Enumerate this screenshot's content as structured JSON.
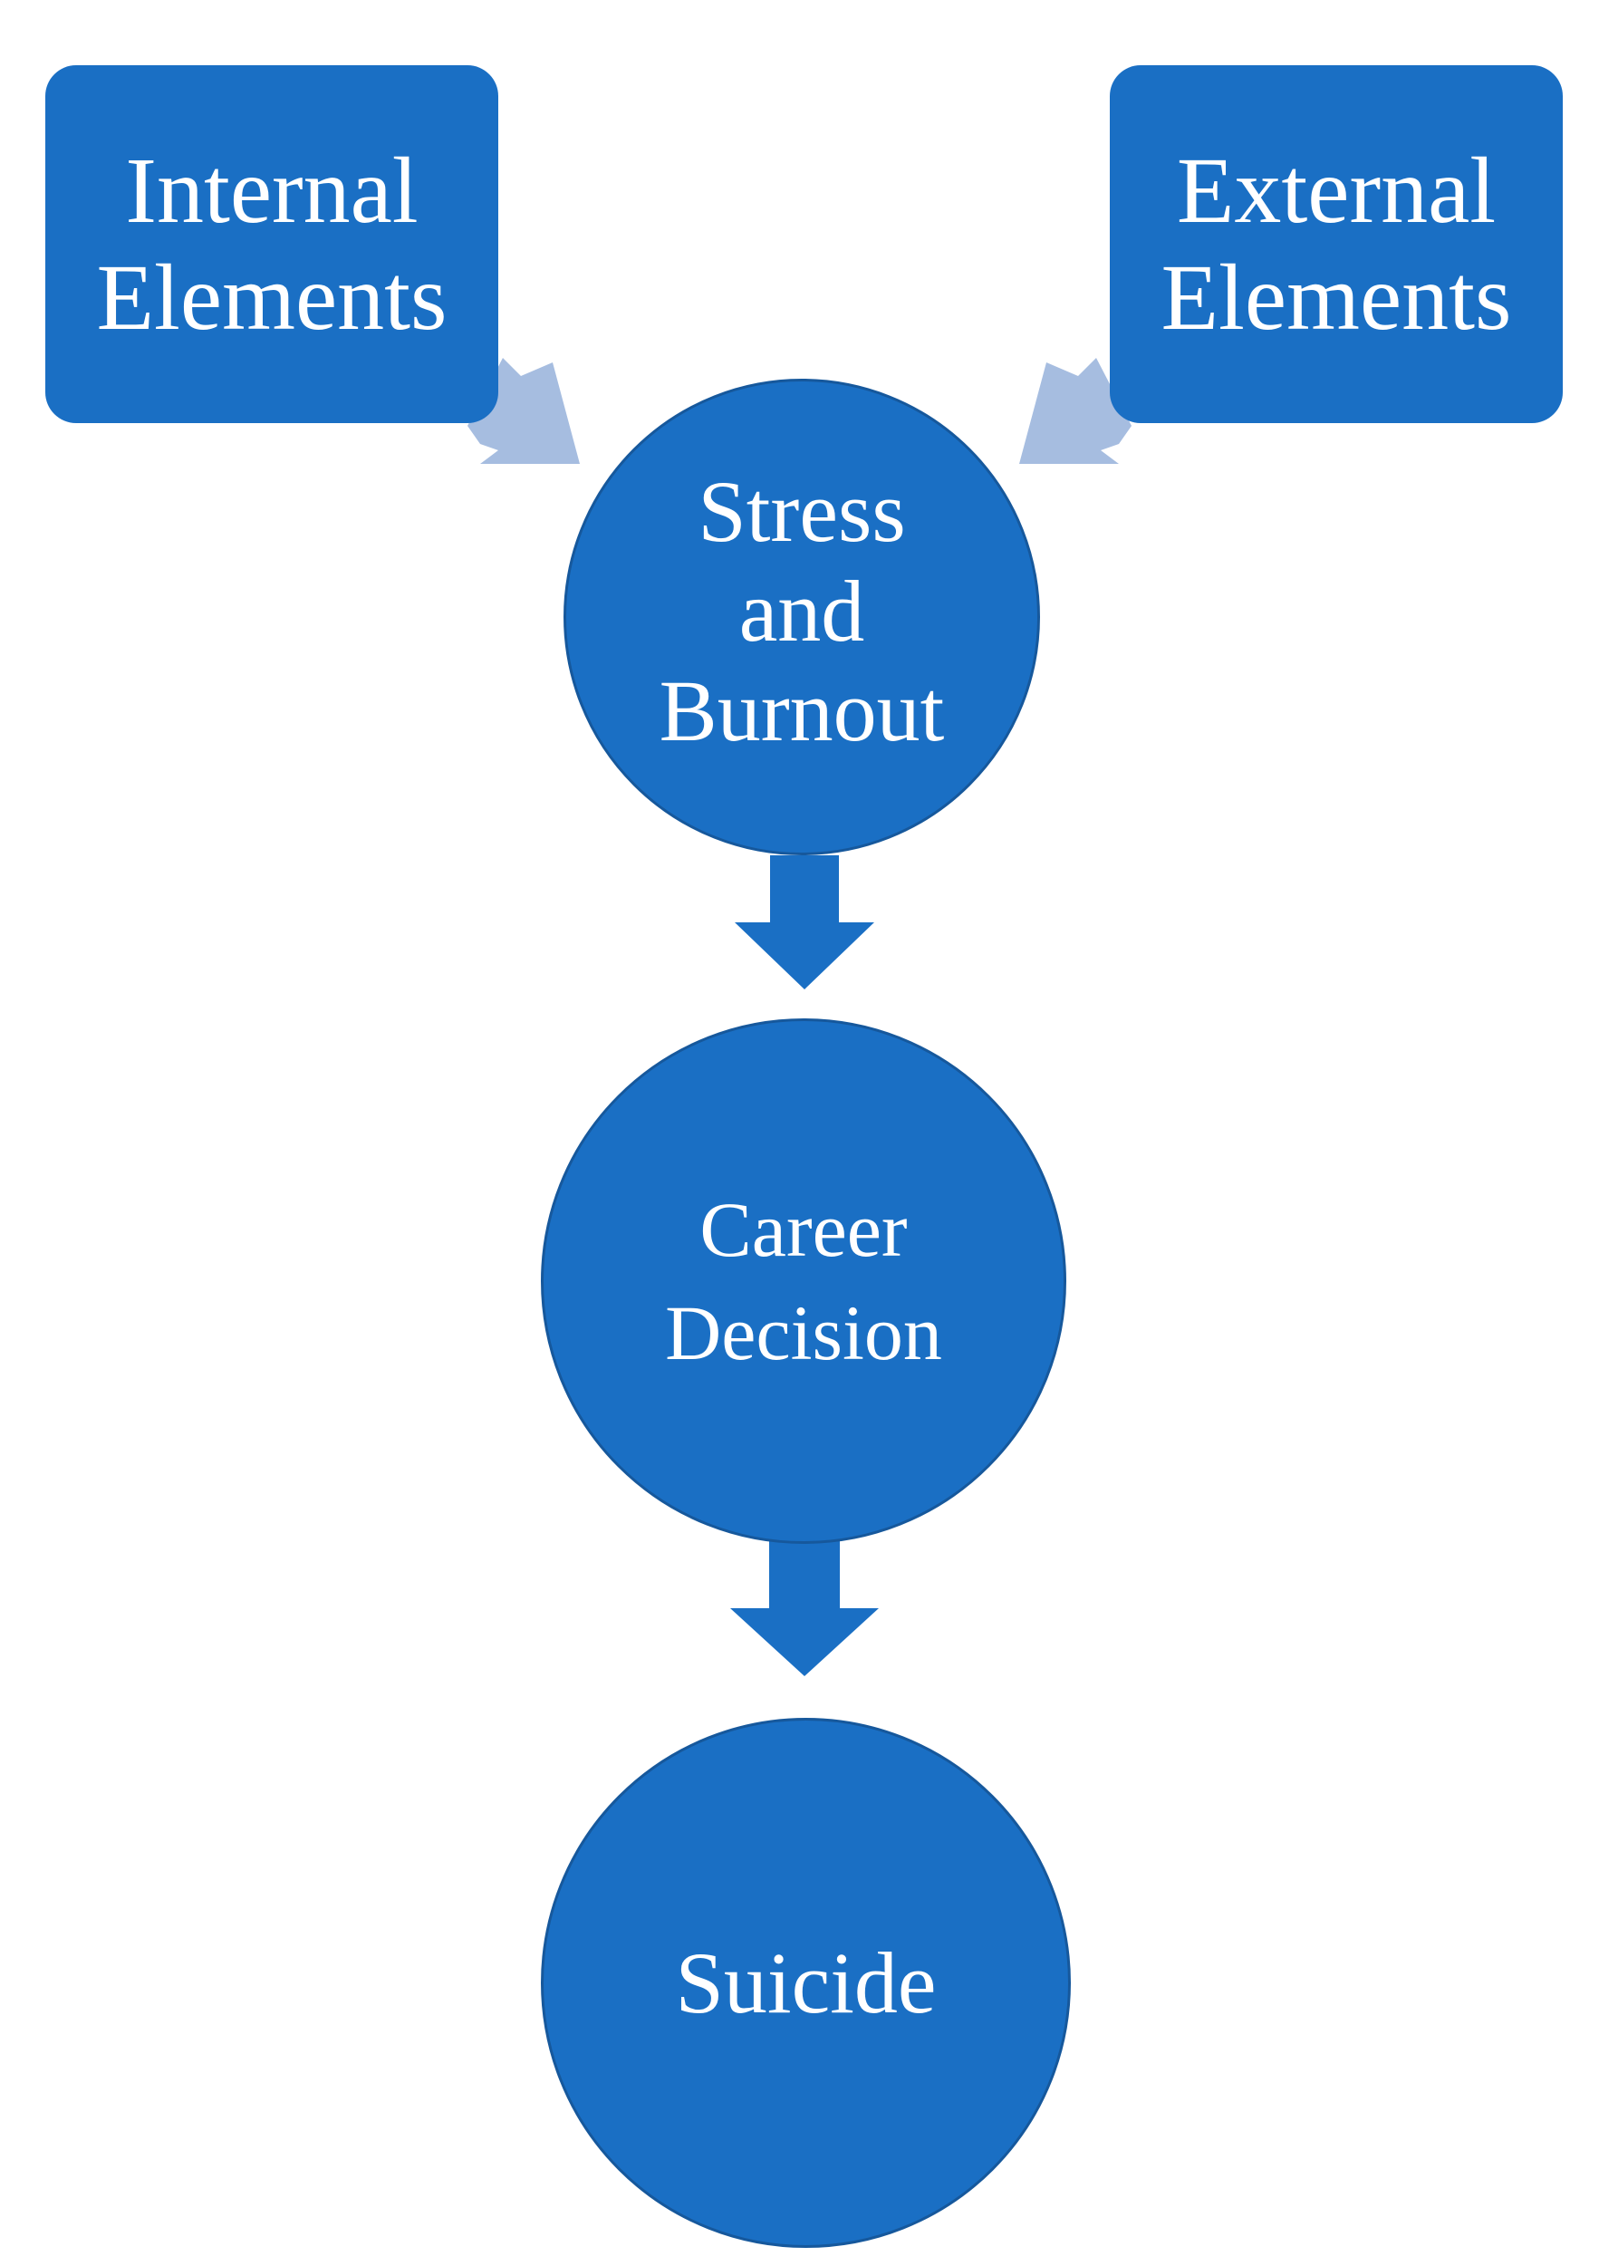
{
  "diagram": {
    "internal": {
      "lines": [
        "Internal",
        "Elements"
      ]
    },
    "external": {
      "lines": [
        "External",
        "Elements"
      ]
    },
    "stress": {
      "lines": [
        "Stress",
        "and",
        "Burnout"
      ]
    },
    "career": {
      "lines": [
        "Career",
        "Decision"
      ]
    },
    "suicide": {
      "lines": [
        "Suicide"
      ]
    }
  },
  "colors": {
    "node_fill": "#1a6fc4",
    "node_text": "#ffffff",
    "side_arrow": "#a6bde0",
    "down_arrow": "#1a6fc4"
  }
}
